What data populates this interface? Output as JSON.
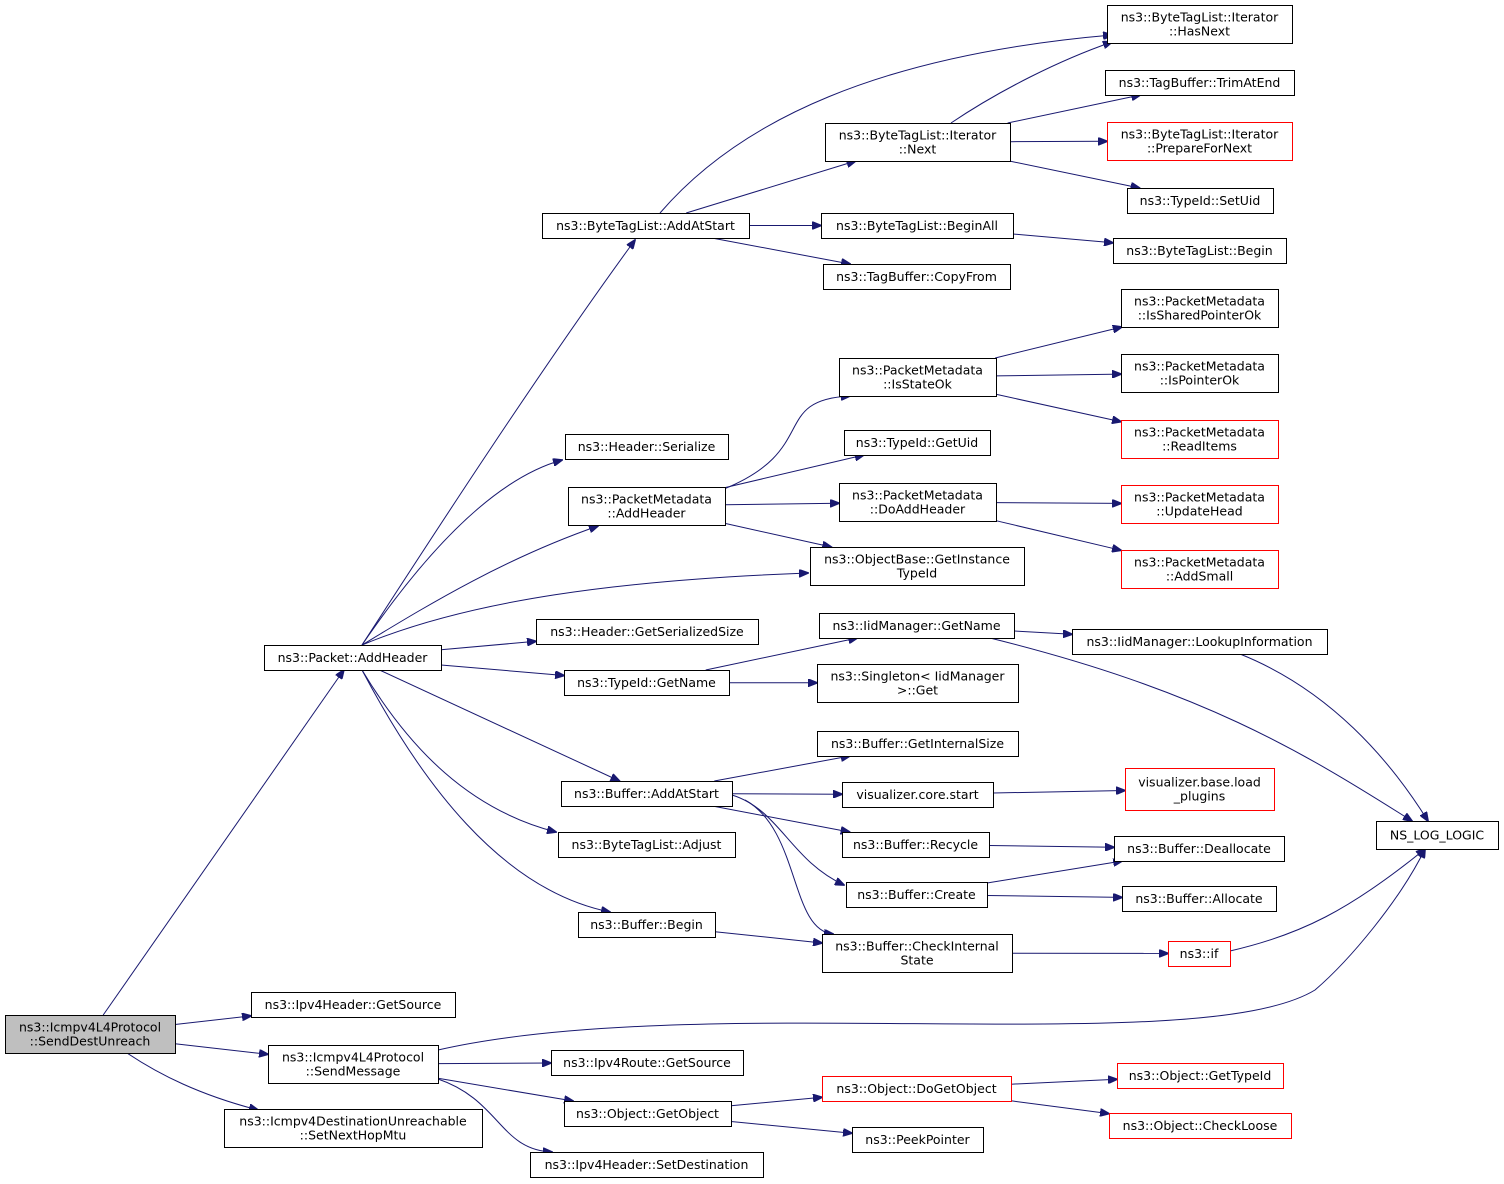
{
  "colors": {
    "edge": "#191970",
    "node_border": "#000000",
    "node_border_truncated": "#ff0000",
    "root_fill": "#bfbfbf",
    "node_fill": "#ffffff"
  },
  "nodes": {
    "send_dest_unreach": {
      "lines": [
        "ns3::Icmpv4L4Protocol",
        "::SendDestUnreach"
      ],
      "root": true
    },
    "packet_addheader": {
      "lines": [
        "ns3::Packet::AddHeader"
      ]
    },
    "ipv4header_getsource": {
      "lines": [
        "ns3::Ipv4Header::GetSource"
      ]
    },
    "icmp_sendmessage": {
      "lines": [
        "ns3::Icmpv4L4Protocol",
        "::SendMessage"
      ]
    },
    "setnexthopmtu": {
      "lines": [
        "ns3::Icmpv4DestinationUnreachable",
        "::SetNextHopMtu"
      ]
    },
    "btl_addatstart": {
      "lines": [
        "ns3::ByteTagList::AddAtStart"
      ]
    },
    "header_serialize": {
      "lines": [
        "ns3::Header::Serialize"
      ]
    },
    "pm_addheader": {
      "lines": [
        "ns3::PacketMetadata",
        "::AddHeader"
      ]
    },
    "header_getserializedsize": {
      "lines": [
        "ns3::Header::GetSerializedSize"
      ]
    },
    "typeid_getname": {
      "lines": [
        "ns3::TypeId::GetName"
      ]
    },
    "buffer_addatstart": {
      "lines": [
        "ns3::Buffer::AddAtStart"
      ]
    },
    "btl_adjust": {
      "lines": [
        "ns3::ByteTagList::Adjust"
      ]
    },
    "buffer_begin": {
      "lines": [
        "ns3::Buffer::Begin"
      ]
    },
    "ipv4route_getsource": {
      "lines": [
        "ns3::Ipv4Route::GetSource"
      ]
    },
    "object_getobject": {
      "lines": [
        "ns3::Object::GetObject"
      ]
    },
    "ipv4header_setdestination": {
      "lines": [
        "ns3::Ipv4Header::SetDestination"
      ]
    },
    "btl_iter_next": {
      "lines": [
        "ns3::ByteTagList::Iterator",
        "::Next"
      ]
    },
    "btl_beginall": {
      "lines": [
        "ns3::ByteTagList::BeginAll"
      ]
    },
    "tagbuffer_copyfrom": {
      "lines": [
        "ns3::TagBuffer::CopyFrom"
      ]
    },
    "pm_isstateok": {
      "lines": [
        "ns3::PacketMetadata",
        "::IsStateOk"
      ]
    },
    "typeid_getuid": {
      "lines": [
        "ns3::TypeId::GetUid"
      ]
    },
    "pm_doaddheader": {
      "lines": [
        "ns3::PacketMetadata",
        "::DoAddHeader"
      ]
    },
    "objectbase_getinstancetypeid": {
      "lines": [
        "ns3::ObjectBase::GetInstance",
        "TypeId"
      ]
    },
    "iidmanager_getname": {
      "lines": [
        "ns3::IidManager::GetName"
      ]
    },
    "singleton_get": {
      "lines": [
        "ns3::Singleton< IidManager",
        ">::Get"
      ]
    },
    "buffer_getinternalsize": {
      "lines": [
        "ns3::Buffer::GetInternalSize"
      ]
    },
    "visualizer_core_start": {
      "lines": [
        "visualizer.core.start"
      ]
    },
    "buffer_recycle": {
      "lines": [
        "ns3::Buffer::Recycle"
      ]
    },
    "buffer_create": {
      "lines": [
        "ns3::Buffer::Create"
      ]
    },
    "buffer_checkinternalstate": {
      "lines": [
        "ns3::Buffer::CheckInternal",
        "State"
      ]
    },
    "object_dogetobject": {
      "lines": [
        "ns3::Object::DoGetObject"
      ],
      "truncated": true
    },
    "peekpointer": {
      "lines": [
        "ns3::PeekPointer"
      ]
    },
    "btl_iter_hasnext": {
      "lines": [
        "ns3::ByteTagList::Iterator",
        "::HasNext"
      ]
    },
    "tagbuffer_trimatend": {
      "lines": [
        "ns3::TagBuffer::TrimAtEnd"
      ]
    },
    "btl_iter_preparefornext": {
      "lines": [
        "ns3::ByteTagList::Iterator",
        "::PrepareForNext"
      ],
      "truncated": true
    },
    "typeid_setuid": {
      "lines": [
        "ns3::TypeId::SetUid"
      ]
    },
    "btl_begin": {
      "lines": [
        "ns3::ByteTagList::Begin"
      ]
    },
    "pm_issharedpointerok": {
      "lines": [
        "ns3::PacketMetadata",
        "::IsSharedPointerOk"
      ]
    },
    "pm_ispointerok": {
      "lines": [
        "ns3::PacketMetadata",
        "::IsPointerOk"
      ]
    },
    "pm_readitems": {
      "lines": [
        "ns3::PacketMetadata",
        "::ReadItems"
      ],
      "truncated": true
    },
    "pm_updatehead": {
      "lines": [
        "ns3::PacketMetadata",
        "::UpdateHead"
      ],
      "truncated": true
    },
    "pm_addsmall": {
      "lines": [
        "ns3::PacketMetadata",
        "::AddSmall"
      ],
      "truncated": true
    },
    "iidmanager_lookupinformation": {
      "lines": [
        "ns3::IidManager::LookupInformation"
      ]
    },
    "visualizer_base_load_plugins": {
      "lines": [
        "visualizer.base.load",
        "_plugins"
      ],
      "truncated": true
    },
    "buffer_deallocate": {
      "lines": [
        "ns3::Buffer::Deallocate"
      ]
    },
    "buffer_allocate": {
      "lines": [
        "ns3::Buffer::Allocate"
      ]
    },
    "ns3_if": {
      "lines": [
        "ns3::if"
      ],
      "truncated": true
    },
    "object_gettypeid": {
      "lines": [
        "ns3::Object::GetTypeId"
      ],
      "truncated": true
    },
    "object_checkloose": {
      "lines": [
        "ns3::Object::CheckLoose"
      ],
      "truncated": true
    },
    "ns_log_logic": {
      "lines": [
        "NS_LOG_LOGIC"
      ]
    }
  },
  "edges": [
    [
      "send_dest_unreach",
      "packet_addheader"
    ],
    [
      "send_dest_unreach",
      "ipv4header_getsource"
    ],
    [
      "send_dest_unreach",
      "icmp_sendmessage"
    ],
    [
      "send_dest_unreach",
      "setnexthopmtu"
    ],
    [
      "packet_addheader",
      "btl_addatstart"
    ],
    [
      "packet_addheader",
      "header_serialize"
    ],
    [
      "packet_addheader",
      "pm_addheader"
    ],
    [
      "packet_addheader",
      "objectbase_getinstancetypeid"
    ],
    [
      "packet_addheader",
      "header_getserializedsize"
    ],
    [
      "packet_addheader",
      "typeid_getname"
    ],
    [
      "packet_addheader",
      "buffer_addatstart"
    ],
    [
      "packet_addheader",
      "btl_adjust"
    ],
    [
      "packet_addheader",
      "buffer_begin"
    ],
    [
      "btl_addatstart",
      "btl_iter_hasnext"
    ],
    [
      "btl_addatstart",
      "btl_iter_next"
    ],
    [
      "btl_addatstart",
      "btl_beginall"
    ],
    [
      "btl_addatstart",
      "tagbuffer_copyfrom"
    ],
    [
      "btl_iter_next",
      "btl_iter_hasnext"
    ],
    [
      "btl_iter_next",
      "tagbuffer_trimatend"
    ],
    [
      "btl_iter_next",
      "btl_iter_preparefornext"
    ],
    [
      "btl_iter_next",
      "typeid_setuid"
    ],
    [
      "btl_beginall",
      "btl_begin"
    ],
    [
      "pm_addheader",
      "pm_isstateok"
    ],
    [
      "pm_addheader",
      "typeid_getuid"
    ],
    [
      "pm_addheader",
      "pm_doaddheader"
    ],
    [
      "pm_addheader",
      "objectbase_getinstancetypeid"
    ],
    [
      "pm_isstateok",
      "pm_issharedpointerok"
    ],
    [
      "pm_isstateok",
      "pm_ispointerok"
    ],
    [
      "pm_isstateok",
      "pm_readitems"
    ],
    [
      "pm_doaddheader",
      "pm_updatehead"
    ],
    [
      "pm_doaddheader",
      "pm_addsmall"
    ],
    [
      "typeid_getname",
      "iidmanager_getname"
    ],
    [
      "typeid_getname",
      "singleton_get"
    ],
    [
      "iidmanager_getname",
      "iidmanager_lookupinformation"
    ],
    [
      "iidmanager_getname",
      "ns_log_logic"
    ],
    [
      "iidmanager_lookupinformation",
      "ns_log_logic"
    ],
    [
      "buffer_addatstart",
      "buffer_getinternalsize"
    ],
    [
      "buffer_addatstart",
      "visualizer_core_start"
    ],
    [
      "buffer_addatstart",
      "buffer_recycle"
    ],
    [
      "buffer_addatstart",
      "buffer_create"
    ],
    [
      "buffer_addatstart",
      "buffer_checkinternalstate"
    ],
    [
      "visualizer_core_start",
      "visualizer_base_load_plugins"
    ],
    [
      "buffer_recycle",
      "buffer_deallocate"
    ],
    [
      "buffer_create",
      "buffer_deallocate"
    ],
    [
      "buffer_create",
      "buffer_allocate"
    ],
    [
      "buffer_begin",
      "buffer_checkinternalstate"
    ],
    [
      "buffer_checkinternalstate",
      "ns3_if"
    ],
    [
      "ns3_if",
      "ns_log_logic"
    ],
    [
      "icmp_sendmessage",
      "ns_log_logic"
    ],
    [
      "icmp_sendmessage",
      "ipv4route_getsource"
    ],
    [
      "icmp_sendmessage",
      "object_getobject"
    ],
    [
      "icmp_sendmessage",
      "ipv4header_setdestination"
    ],
    [
      "object_getobject",
      "object_dogetobject"
    ],
    [
      "object_getobject",
      "peekpointer"
    ],
    [
      "object_dogetobject",
      "object_gettypeid"
    ],
    [
      "object_dogetobject",
      "object_checkloose"
    ]
  ]
}
